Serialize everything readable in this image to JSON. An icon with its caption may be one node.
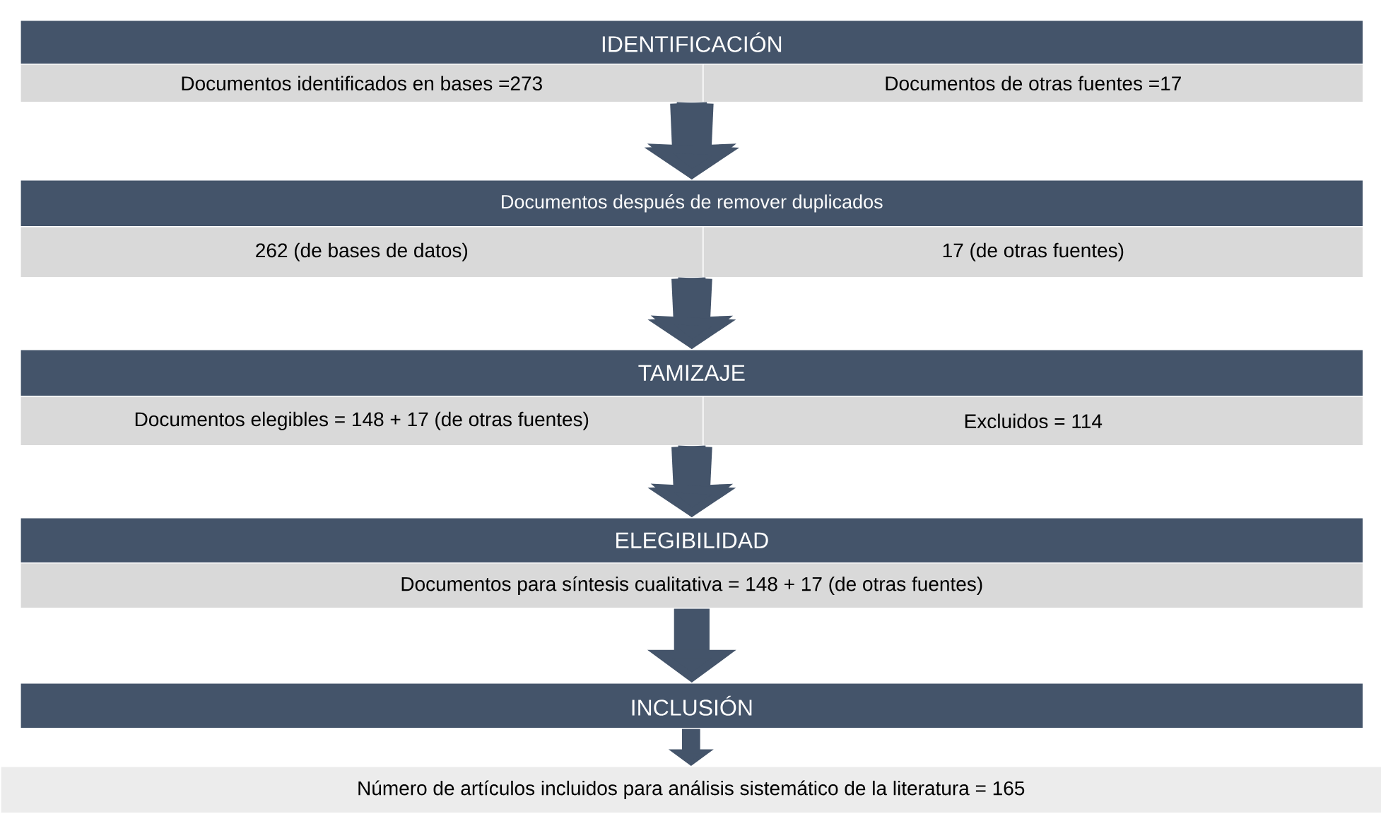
{
  "diagram": {
    "nodes": [
      {
        "text": [
          "IDENTIFICACIÓN"
        ]
      },
      {
        "text": [
          "Documentos identificados en bases =273"
        ]
      },
      {
        "text": [
          "Documentos de otras fuentes =17"
        ]
      },
      {
        "text": [
          "Documentos después de remover duplicados"
        ]
      },
      {
        "text": [
          "262 (de bases de datos)"
        ]
      },
      {
        "text": [
          "17 (de otras fuentes)"
        ]
      },
      {
        "text": [
          "TAMIZAJE"
        ]
      },
      {
        "text": [
          "Documentos elegibles = 148 + 17 (de otras fuentes)"
        ]
      },
      {
        "text": [
          "Excluidos = 114"
        ]
      },
      {
        "text": [
          "ELEGIBILIDAD"
        ]
      },
      {
        "text": [
          "Documentos para síntesis cualitativa = 148 + 17 (de otras fuentes)"
        ]
      },
      {
        "text": [
          "INCLUSIÓN"
        ]
      },
      {
        "text": [
          "Número de artículos incluidos para análisis sistemático de la literatura = 165"
        ]
      }
    ],
    "edges": [
      {
        "from": 1,
        "to": 3,
        "arrow": "to"
      },
      {
        "from": 2,
        "to": 3,
        "arrow": "to"
      },
      {
        "from": 4,
        "to": 6,
        "arrow": "to"
      },
      {
        "from": 5,
        "to": 6,
        "arrow": "to"
      },
      {
        "from": 7,
        "to": 9,
        "arrow": "to"
      },
      {
        "from": 8,
        "to": 9,
        "arrow": "to"
      },
      {
        "from": 10,
        "to": 11,
        "arrow": "to"
      },
      {
        "from": 11,
        "to": 12,
        "arrow": "to"
      }
    ]
  }
}
